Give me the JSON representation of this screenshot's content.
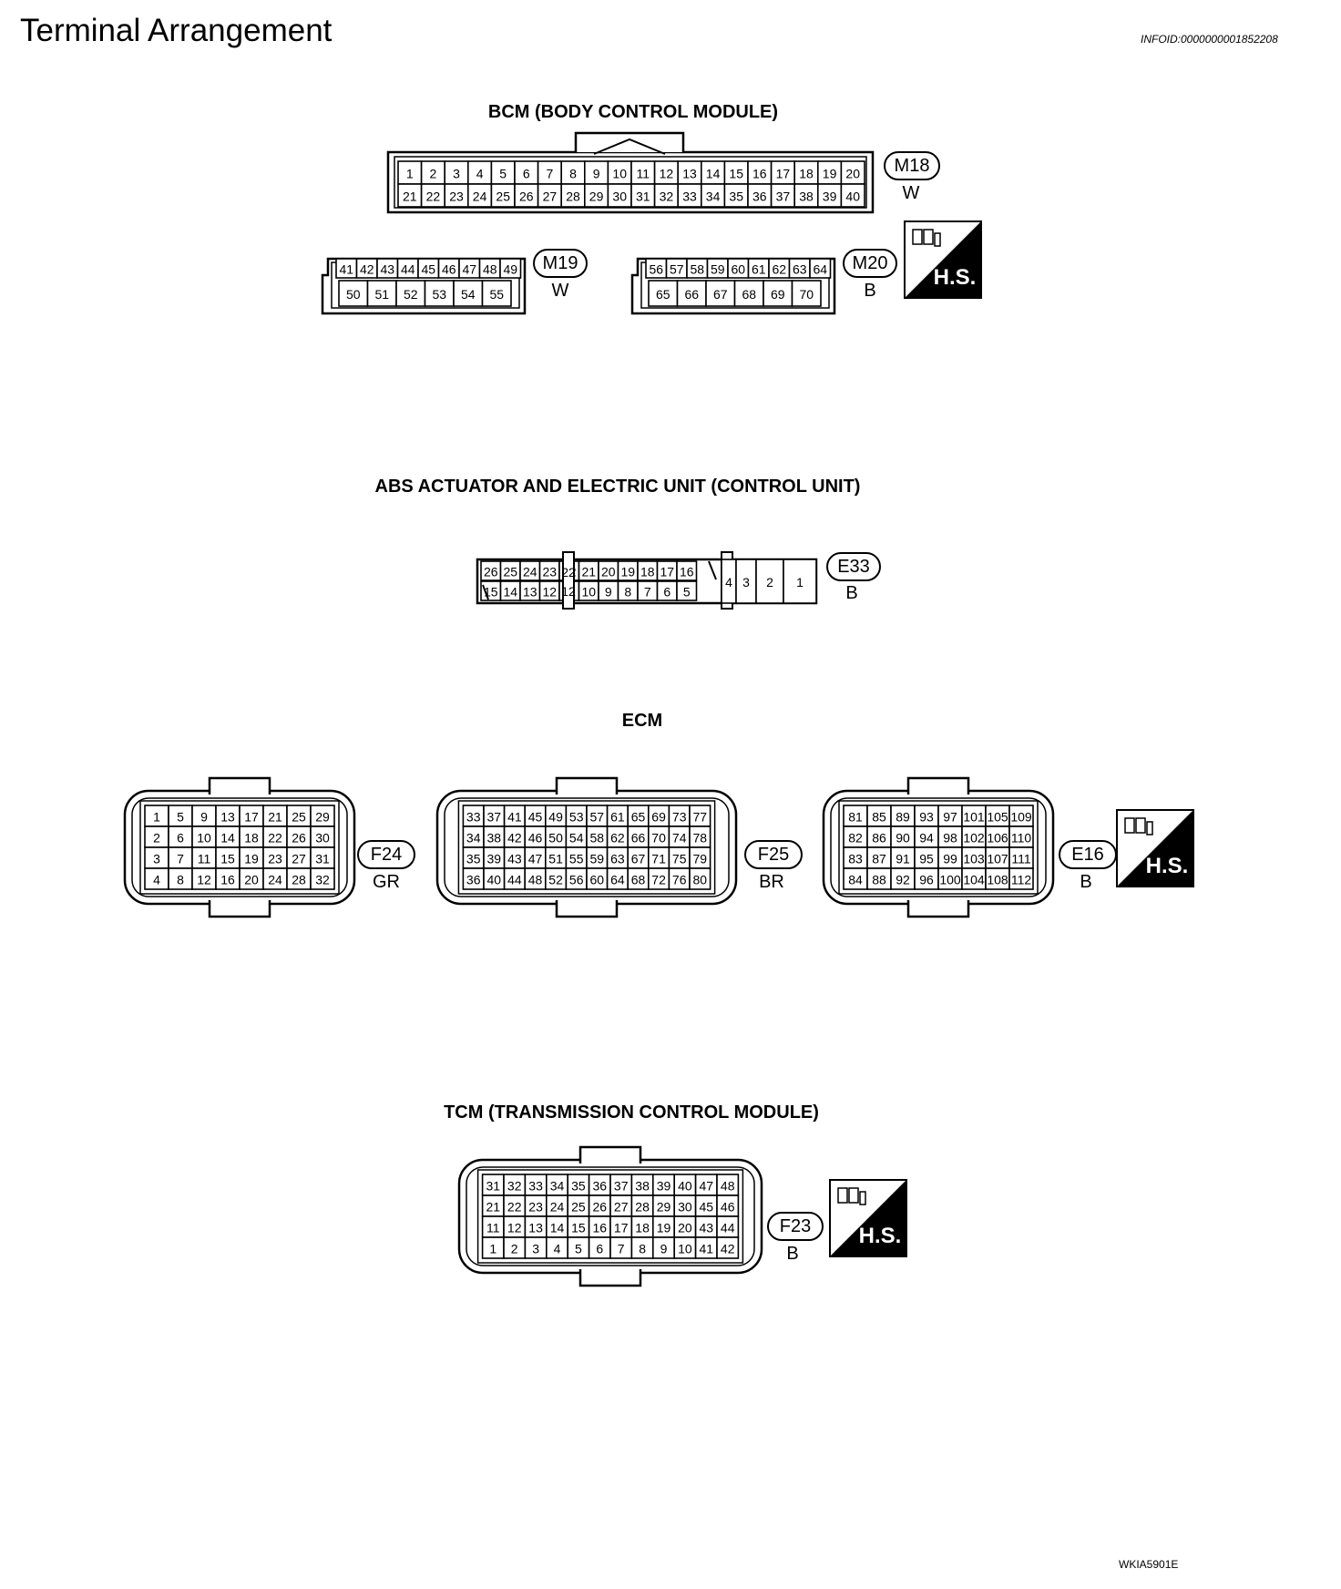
{
  "title": "Terminal Arrangement",
  "info_id": "INFOID:0000000001852208",
  "footer_code": "WKIA5901E",
  "hs_label": "H.S.",
  "sections": {
    "bcm": {
      "heading": "BCM (BODY CONTROL MODULE)",
      "connectors": [
        {
          "code": "M18",
          "color": "W",
          "rows": [
            [
              "1",
              "2",
              "3",
              "4",
              "5",
              "6",
              "7",
              "8",
              "9",
              "10",
              "11",
              "12",
              "13",
              "14",
              "15",
              "16",
              "17",
              "18",
              "19",
              "20"
            ],
            [
              "21",
              "22",
              "23",
              "24",
              "25",
              "26",
              "27",
              "28",
              "29",
              "30",
              "31",
              "32",
              "33",
              "34",
              "35",
              "36",
              "37",
              "38",
              "39",
              "40"
            ]
          ]
        },
        {
          "code": "M19",
          "color": "W",
          "rows": [
            [
              "41",
              "42",
              "43",
              "44",
              "45",
              "46",
              "47",
              "48",
              "49"
            ],
            [
              "50",
              "51",
              "52",
              "53",
              "54",
              "55"
            ]
          ]
        },
        {
          "code": "M20",
          "color": "B",
          "rows": [
            [
              "56",
              "57",
              "58",
              "59",
              "60",
              "61",
              "62",
              "63",
              "64"
            ],
            [
              "65",
              "66",
              "67",
              "68",
              "69",
              "70"
            ]
          ]
        }
      ]
    },
    "abs": {
      "heading": "ABS ACTUATOR AND ELECTRIC UNIT (CONTROL UNIT)",
      "connector": {
        "code": "E33",
        "color": "B",
        "rows": [
          [
            "26",
            "25",
            "24",
            "23",
            "22",
            "21",
            "20",
            "19",
            "18",
            "17",
            "16"
          ],
          [
            "15",
            "14",
            "13",
            "12",
            "11",
            "10",
            "9",
            "8",
            "7",
            "6",
            "5"
          ]
        ],
        "big_pins": [
          "4",
          "3",
          "2",
          "1"
        ]
      }
    },
    "ecm": {
      "heading": "ECM",
      "connectors": [
        {
          "code": "F24",
          "color": "GR",
          "rows": [
            [
              "1",
              "5",
              "9",
              "13",
              "17",
              "21",
              "25",
              "29"
            ],
            [
              "2",
              "6",
              "10",
              "14",
              "18",
              "22",
              "26",
              "30"
            ],
            [
              "3",
              "7",
              "11",
              "15",
              "19",
              "23",
              "27",
              "31"
            ],
            [
              "4",
              "8",
              "12",
              "16",
              "20",
              "24",
              "28",
              "32"
            ]
          ]
        },
        {
          "code": "F25",
          "color": "BR",
          "rows": [
            [
              "33",
              "37",
              "41",
              "45",
              "49",
              "53",
              "57",
              "61",
              "65",
              "69",
              "73",
              "77"
            ],
            [
              "34",
              "38",
              "42",
              "46",
              "50",
              "54",
              "58",
              "62",
              "66",
              "70",
              "74",
              "78"
            ],
            [
              "35",
              "39",
              "43",
              "47",
              "51",
              "55",
              "59",
              "63",
              "67",
              "71",
              "75",
              "79"
            ],
            [
              "36",
              "40",
              "44",
              "48",
              "52",
              "56",
              "60",
              "64",
              "68",
              "72",
              "76",
              "80"
            ]
          ]
        },
        {
          "code": "E16",
          "color": "B",
          "rows": [
            [
              "81",
              "85",
              "89",
              "93",
              "97",
              "101",
              "105",
              "109"
            ],
            [
              "82",
              "86",
              "90",
              "94",
              "98",
              "102",
              "106",
              "110"
            ],
            [
              "83",
              "87",
              "91",
              "95",
              "99",
              "103",
              "107",
              "111"
            ],
            [
              "84",
              "88",
              "92",
              "96",
              "100",
              "104",
              "108",
              "112"
            ]
          ]
        }
      ]
    },
    "tcm": {
      "heading": "TCM (TRANSMISSION CONTROL MODULE)",
      "connector": {
        "code": "F23",
        "color": "B",
        "rows": [
          [
            "31",
            "32",
            "33",
            "34",
            "35",
            "36",
            "37",
            "38",
            "39",
            "40",
            "47",
            "48"
          ],
          [
            "21",
            "22",
            "23",
            "24",
            "25",
            "26",
            "27",
            "28",
            "29",
            "30",
            "45",
            "46"
          ],
          [
            "11",
            "12",
            "13",
            "14",
            "15",
            "16",
            "17",
            "18",
            "19",
            "20",
            "43",
            "44"
          ],
          [
            "1",
            "2",
            "3",
            "4",
            "5",
            "6",
            "7",
            "8",
            "9",
            "10",
            "41",
            "42"
          ]
        ]
      }
    }
  }
}
